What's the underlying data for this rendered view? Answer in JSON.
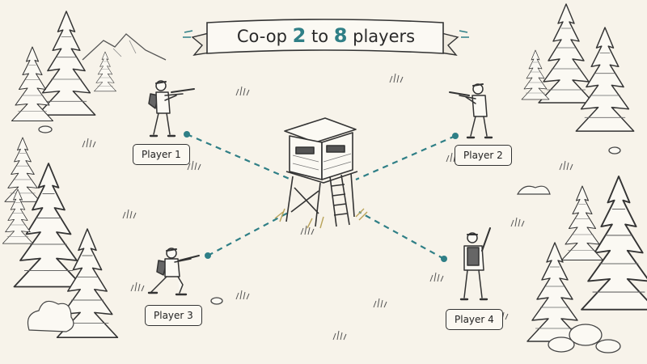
{
  "banner": {
    "prefix": "Co-op ",
    "min_players": "2",
    "middle": " to ",
    "max_players": "8",
    "suffix": " players"
  },
  "players": [
    {
      "label": "Player 1",
      "pose": "standing-aiming-right"
    },
    {
      "label": "Player 2",
      "pose": "standing-aiming-left"
    },
    {
      "label": "Player 3",
      "pose": "kneeling-aiming-right"
    },
    {
      "label": "Player 4",
      "pose": "standing-rear-view"
    }
  ],
  "colors": {
    "accent": "#2f7f86",
    "ink": "#2a2a2a",
    "paper": "#f7f3ea",
    "grass": "#b9a35a"
  },
  "center_object": "hunting-tower-blind"
}
